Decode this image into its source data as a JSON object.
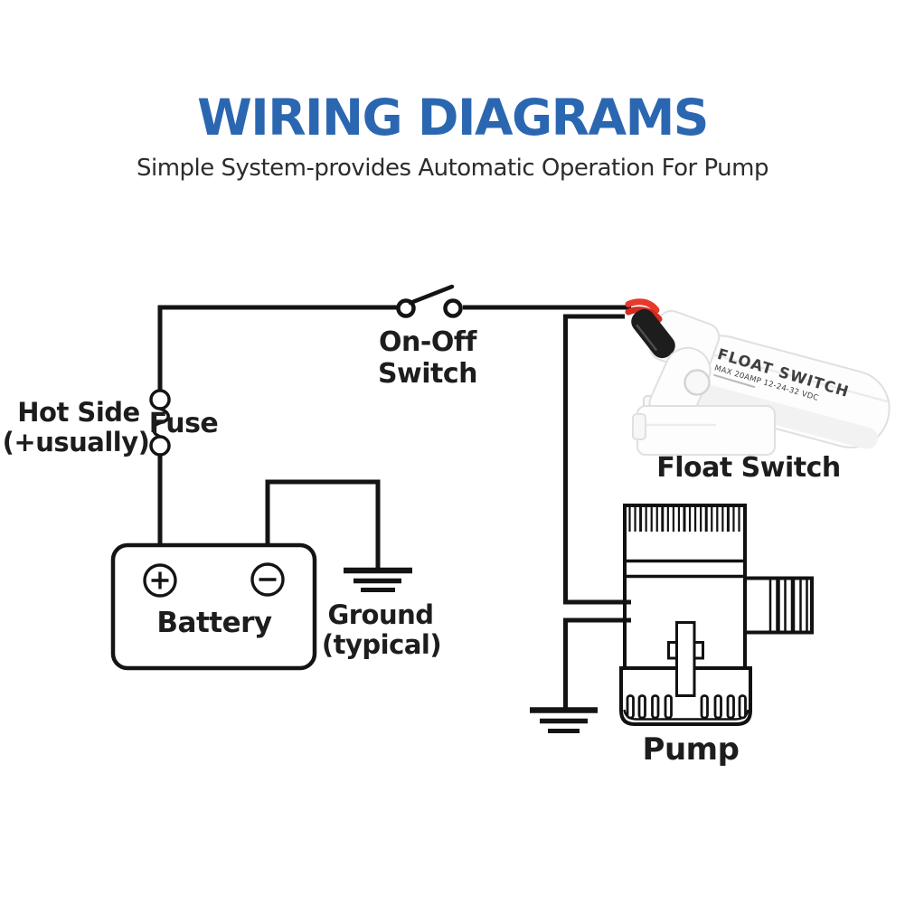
{
  "header": {
    "title": "WIRING DIAGRAMS",
    "subtitle": "Simple System-provides Automatic Operation For Pump"
  },
  "labels": {
    "hot_side_line1": "Hot Side",
    "hot_side_line2": "(+usually)",
    "fuse": "Fuse",
    "on_off_line1": "On-Off",
    "on_off_line2": "Switch",
    "float_switch": "Float Switch",
    "battery": "Battery",
    "ground_line1": "Ground",
    "ground_line2": "(typical)",
    "pump": "Pump"
  },
  "float_switch_product": {
    "print_line1": "FLOAT SWITCH",
    "print_line2": "MAX 20AMP 12-24-32 VDC"
  },
  "colors": {
    "title_blue": "#2b67b1",
    "line_black": "#141414",
    "wire_red": "#e63a2c",
    "boot_black": "#1d1d1d"
  }
}
